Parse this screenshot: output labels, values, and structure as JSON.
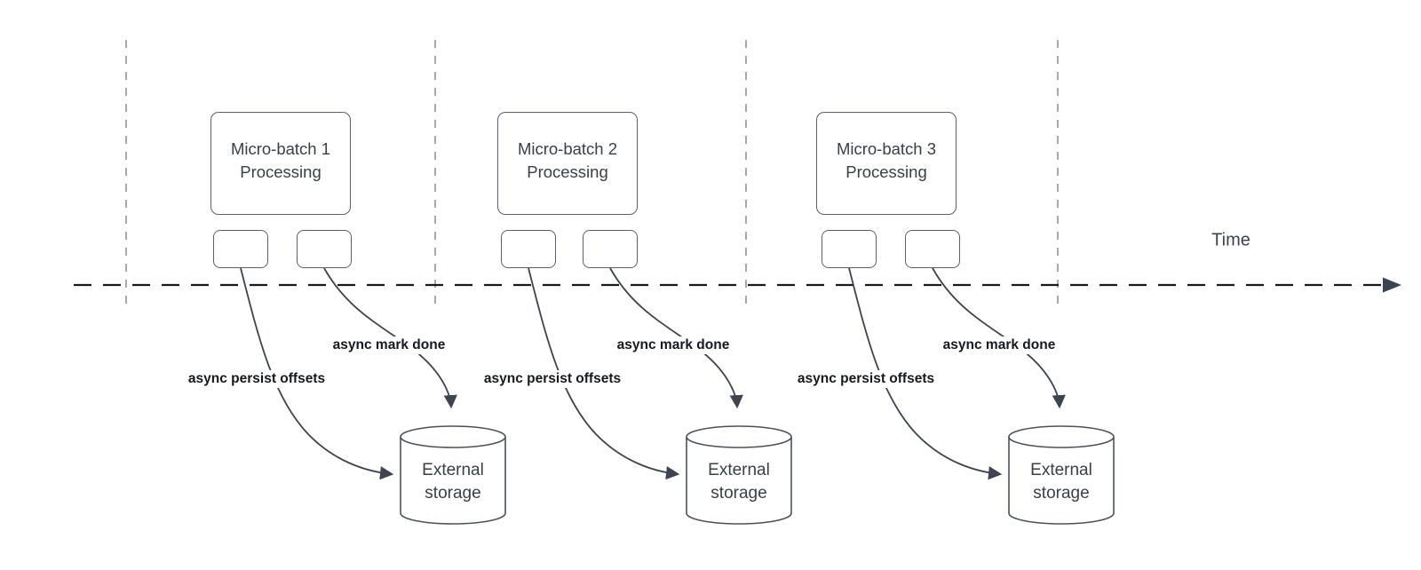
{
  "diagram": {
    "time_axis_label": "Time",
    "storage": {
      "line1": "External",
      "line2": "storage"
    },
    "batches": [
      {
        "title_line1": "Micro-batch 1",
        "title_line2": "Processing",
        "persist_label": "async persist offsets",
        "done_label": "async mark done"
      },
      {
        "title_line1": "Micro-batch 2",
        "title_line2": "Processing",
        "persist_label": "async persist offsets",
        "done_label": "async mark done"
      },
      {
        "title_line1": "Micro-batch 3",
        "title_line2": "Processing",
        "persist_label": "async persist offsets",
        "done_label": "async mark done"
      }
    ],
    "colors": {
      "background": "#ffffff",
      "timeline": "#1a1a1a",
      "gridline": "#a9a9a9",
      "shape_stroke": "#4a515e",
      "box_stroke": "#5b616b",
      "curve_stroke": "#3e4450",
      "box_text": "#39404a",
      "label_text": "#16191f"
    }
  }
}
